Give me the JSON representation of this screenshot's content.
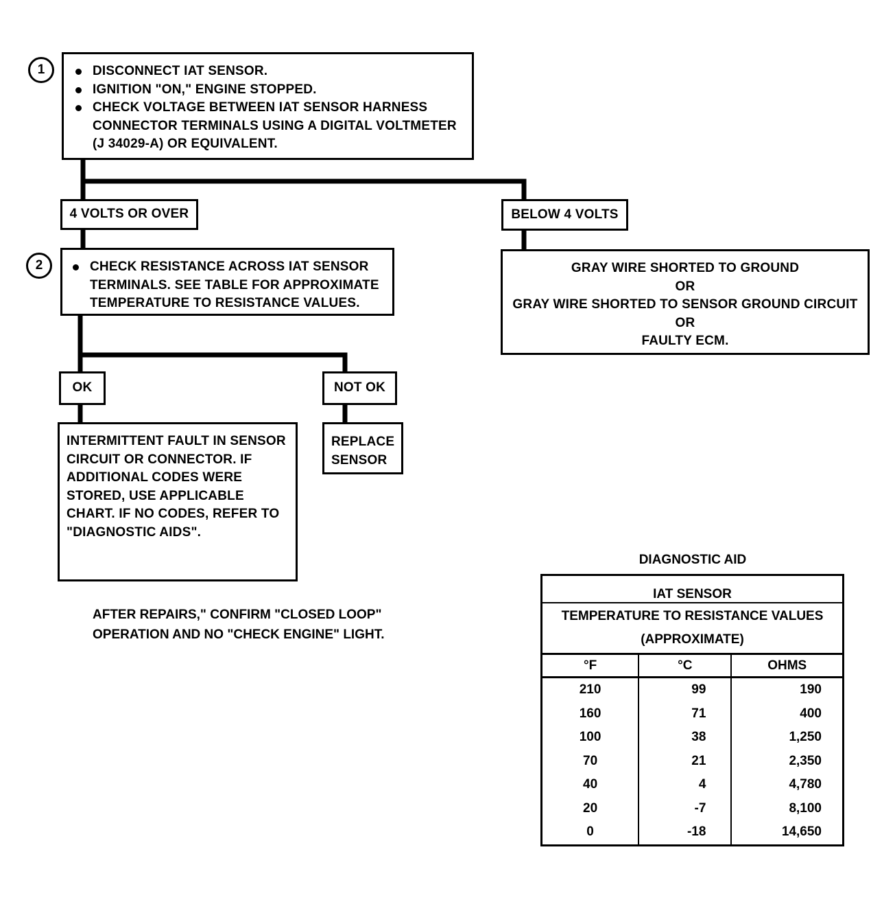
{
  "steps": [
    {
      "number": "1",
      "bullets": [
        "DISCONNECT IAT SENSOR.",
        "IGNITION \"ON,\" ENGINE STOPPED.",
        "CHECK VOLTAGE BETWEEN IAT SENSOR HARNESS CONNECTOR TERMINALS USING A DIGITAL VOLTMETER (J 34029-A) OR EQUIVALENT."
      ]
    },
    {
      "number": "2",
      "bullets": [
        "CHECK RESISTANCE ACROSS IAT SENSOR TERMINALS. SEE TABLE FOR APPROXIMATE TEMPERATURE TO RESISTANCE VALUES."
      ]
    }
  ],
  "branches": {
    "volts_over": "4 VOLTS OR OVER",
    "volts_below": "BELOW 4 VOLTS",
    "ok": "OK",
    "not_ok": "NOT OK"
  },
  "results": {
    "below_4_volts": [
      "GRAY WIRE SHORTED TO GROUND",
      "OR",
      "GRAY WIRE SHORTED TO SENSOR GROUND CIRCUIT",
      "OR",
      "FAULTY ECM."
    ],
    "ok": "INTERMITTENT FAULT IN SENSOR CIRCUIT OR CONNECTOR. IF ADDITIONAL CODES WERE STORED, USE APPLICABLE CHART. IF NO CODES, REFER TO \"DIAGNOSTIC AIDS\".",
    "not_ok": "REPLACE SENSOR"
  },
  "note": "AFTER REPAIRS,\" CONFIRM \"CLOSED LOOP\" OPERATION AND NO \"CHECK ENGINE\" LIGHT.",
  "diagnostic_aid": {
    "title": "DIAGNOSTIC AID",
    "header1": "IAT SENSOR",
    "header2": "TEMPERATURE TO RESISTANCE VALUES",
    "header3": "(APPROXIMATE)",
    "columns": [
      "°F",
      "°C",
      "OHMS"
    ],
    "rows": [
      [
        "210",
        "99",
        "190"
      ],
      [
        "160",
        "71",
        "400"
      ],
      [
        "100",
        "38",
        "1,250"
      ],
      [
        "70",
        "21",
        "2,350"
      ],
      [
        "40",
        "4",
        "4,780"
      ],
      [
        "20",
        "-7",
        "8,100"
      ],
      [
        "0",
        "-18",
        "14,650"
      ]
    ]
  }
}
